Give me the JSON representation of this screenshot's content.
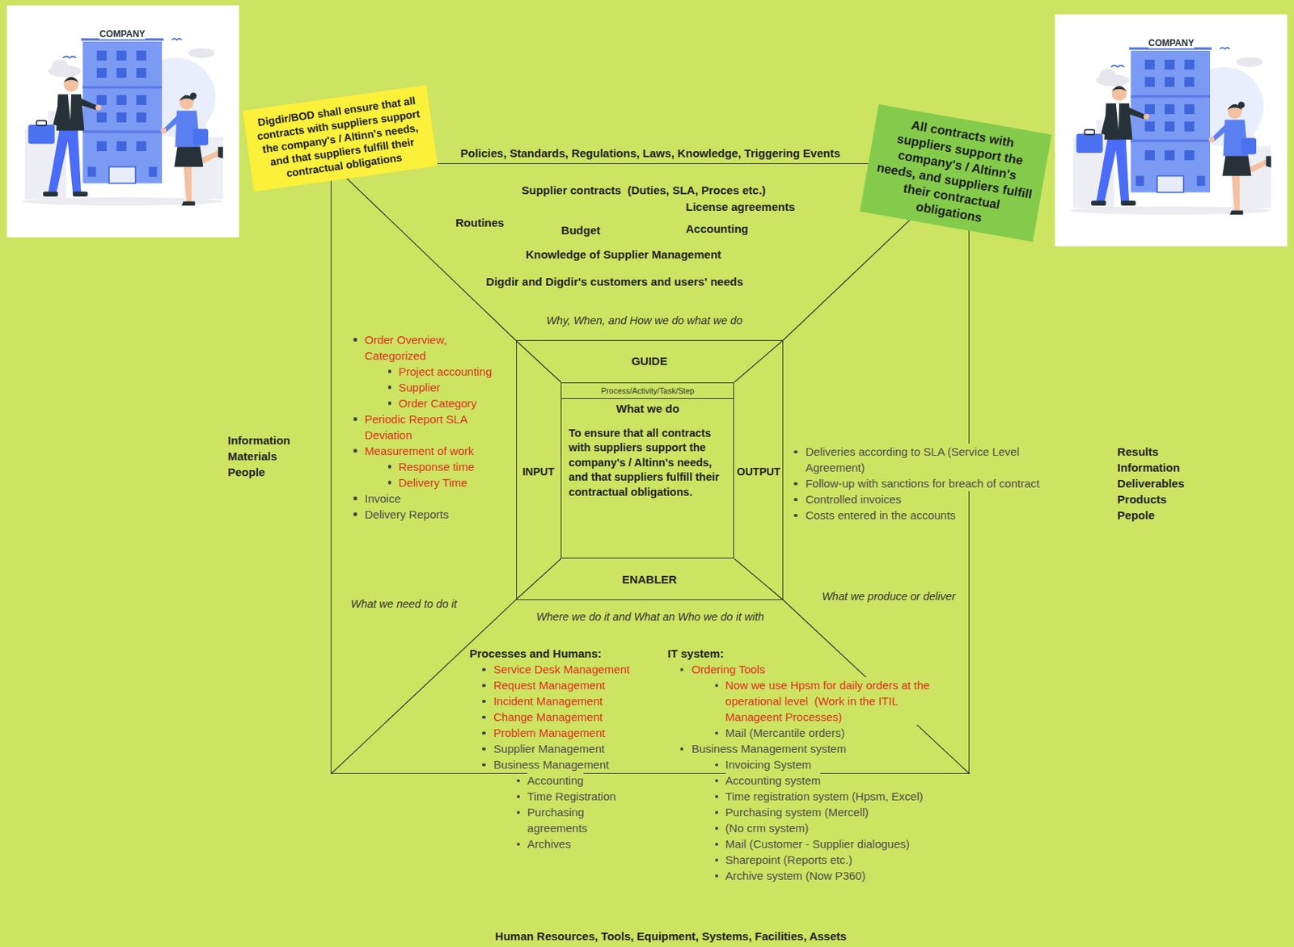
{
  "diagram": {
    "nodes": [
      {
        "text": [
          "Digdir/BOD shall ensure that all contracts with suppliers support the company's / Altinn's needs, and that suppliers fulfill their contractual obligations"
        ]
      },
      {
        "text": [
          "All contracts with suppliers support the company's / Altinn's needs, and suppliers fulfill their contractual obligations"
        ]
      },
      {
        "text": [
          "Policies, Standards, Regulations, Laws, Knowledge, Triggering Events"
        ]
      },
      {
        "text": [
          "GUIDE",
          "INPUT",
          "OUTPUT",
          "ENABLER"
        ],
        "in": 2
      },
      {
        "text": [
          "Process/Activity/Task/Step",
          "What we do",
          "To ensure that all contracts with suppliers support the company's / Altinn's needs, and that suppliers fulfill their contractual obligations."
        ],
        "in": 3
      }
    ],
    "labels": [
      "Supplier contracts  (Duties, SLA, Proces etc.)",
      "License agreements",
      "Routines",
      "Budget",
      "Accounting",
      "Knowledge of Supplier Management",
      "Digdir and Digdir's customers and users' needs",
      "Why, When, and How we do what we do",
      "Order Overview, Categorized",
      "Project accounting",
      "Supplier",
      "Order Category",
      "Periodic Report SLA Deviation",
      "Measurement of work",
      "Response time",
      "Delivery Time",
      "Invoice",
      "Delivery Reports",
      "Information",
      "Materials",
      "People",
      "What we need to do it",
      "Deliveries according to SLA (Service Level Agreement)",
      "Follow-up with sanctions for breach of contract",
      "Controlled invoices",
      "Costs entered in the accounts",
      "Results",
      "Information",
      "Deliverables",
      "Products",
      "Pepole",
      "What we produce or deliver",
      "Where we do it and What an Who we do it with",
      "Processes and Humans:",
      "Service Desk Management",
      "Request Management",
      "Incident Management",
      "Change Management",
      "Problem Management",
      "Supplier Management",
      "Business Management",
      "Accounting",
      "Time Registration",
      "Purchasing agreements",
      "Archives",
      "IT system:",
      "Ordering Tools",
      "Now we use Hpsm for daily orders at the operational level  (Work in the ITIL Manageent Processes)",
      "Mail (Mercantile orders)",
      "Business Management system",
      "Invoicing System",
      "Accounting system",
      "Time registration system (Hpsm, Excel)",
      "Purchasing system (Mercell)",
      "(No crm system)",
      "Mail (Customer - Supplier dialogues)",
      "Sharepoint (Reports etc.)",
      "Archive system (Now P360)",
      "Human Resources, Tools, Equipment, Systems, Facilities, Assets",
      "COMPANY",
      "COMPANY"
    ]
  }
}
